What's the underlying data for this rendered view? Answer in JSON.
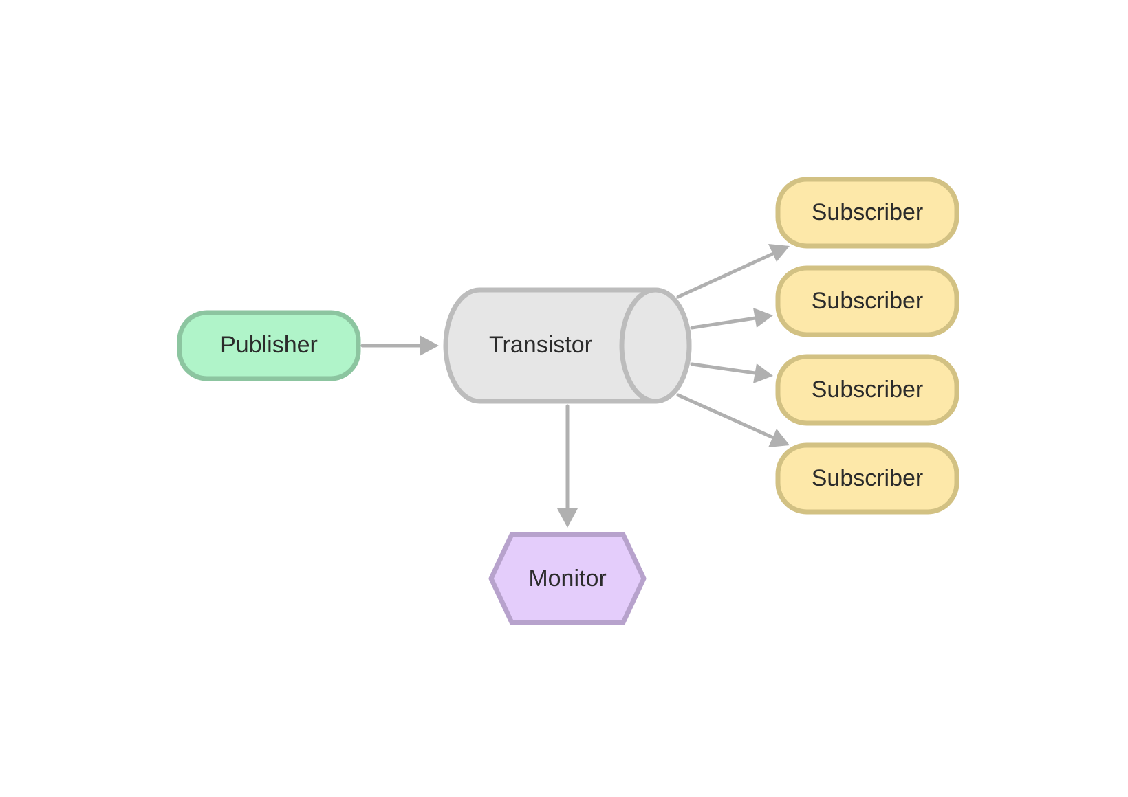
{
  "diagram": {
    "nodes": {
      "publisher": {
        "label": "Publisher",
        "fill": "#b0f4c9",
        "stroke": "#8cc5a0"
      },
      "transistor": {
        "label": "Transistor",
        "fill": "#e6e6e6",
        "stroke": "#bcbcbc"
      },
      "subscriber_1": {
        "label": "Subscriber",
        "fill": "#fde8a9",
        "stroke": "#d2c183"
      },
      "subscriber_2": {
        "label": "Subscriber",
        "fill": "#fde8a9",
        "stroke": "#d2c183"
      },
      "subscriber_3": {
        "label": "Subscriber",
        "fill": "#fde8a9",
        "stroke": "#d2c183"
      },
      "subscriber_4": {
        "label": "Subscriber",
        "fill": "#fde8a9",
        "stroke": "#d2c183"
      },
      "monitor": {
        "label": "Monitor",
        "fill": "#e4cdfb",
        "stroke": "#b7a2cc"
      }
    },
    "edges": [
      {
        "from": "publisher",
        "to": "transistor"
      },
      {
        "from": "transistor",
        "to": "subscriber_1"
      },
      {
        "from": "transistor",
        "to": "subscriber_2"
      },
      {
        "from": "transistor",
        "to": "subscriber_3"
      },
      {
        "from": "transistor",
        "to": "subscriber_4"
      },
      {
        "from": "transistor",
        "to": "monitor"
      }
    ],
    "edge_color": "#b0b0b0"
  }
}
